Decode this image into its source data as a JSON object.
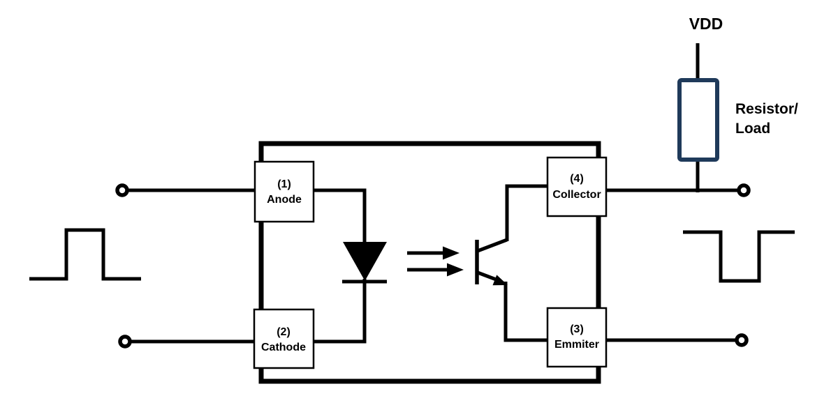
{
  "colors": {
    "line": "#000000",
    "resistor_outline": "#1f3a5a",
    "background": "#ffffff"
  },
  "labels": {
    "vdd": "VDD",
    "resistor_line1": "Resistor/",
    "resistor_line2": "Load"
  },
  "pins": [
    {
      "number": "(1)",
      "name": "Anode"
    },
    {
      "number": "(2)",
      "name": "Cathode"
    },
    {
      "number": "(3)",
      "name": "Emmiter"
    },
    {
      "number": "(4)",
      "name": "Collector"
    }
  ]
}
